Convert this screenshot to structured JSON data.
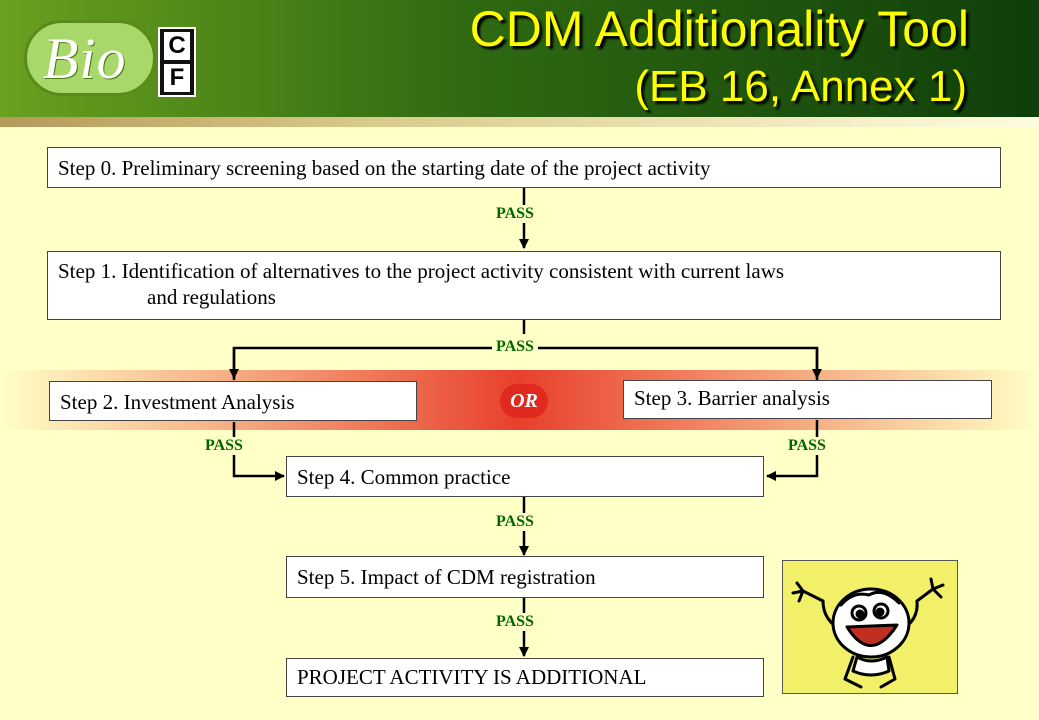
{
  "header": {
    "logo_text": "Bio",
    "logo_letters": [
      "C",
      "F"
    ],
    "title": "CDM  Additionality Tool",
    "subtitle": "(EB 16, Annex 1)"
  },
  "steps": {
    "step0": "Step 0.  Preliminary screening based on the starting date of the project activity",
    "step1_line1": "Step 1.  Identification of alternatives to the project activity consistent with current laws",
    "step1_line2": "and regulations",
    "step2": "Step 2.  Investment Analysis",
    "step3": "Step 3.  Barrier analysis",
    "step4": "Step 4.  Common practice",
    "step5": "Step 5.  Impact of CDM registration",
    "result": "PROJECT ACTIVITY IS ADDITIONAL"
  },
  "connectors": {
    "pass_label": "PASS",
    "or_label": "OR"
  },
  "colors": {
    "background": "#ffffc8",
    "title_text": "#ffff00",
    "pass_text": "#006600",
    "or_badge": "#e02a20",
    "header_green": "#2f6a12"
  },
  "illustration": "cartoon-character-celebrating"
}
